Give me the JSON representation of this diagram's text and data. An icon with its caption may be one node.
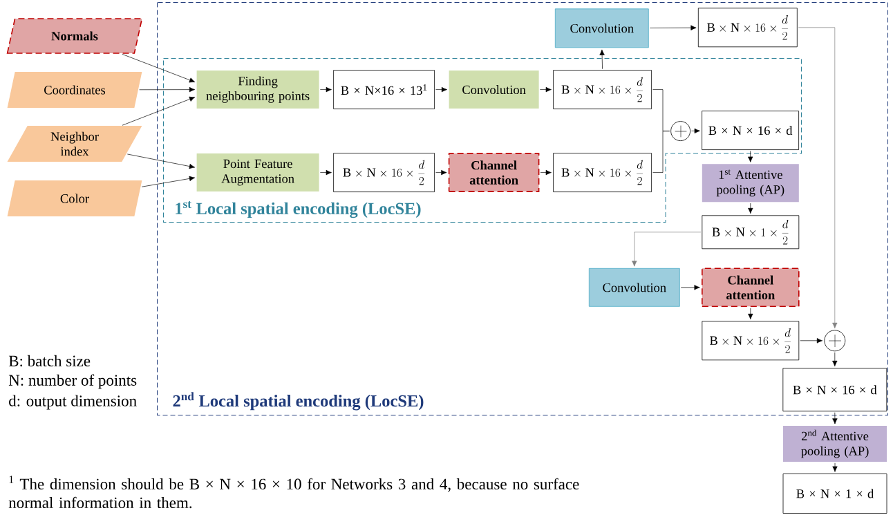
{
  "diagram": {
    "nodes": [
      {
        "text": [
          "2$^{nd}$ Local spatial encoding (LocSE)"
        ]
      },
      {
        "text": [
          "1$^{st}$ Local spatial encoding (LocSE)"
        ],
        "in": 0
      },
      {
        "text": [
          "Normals"
        ]
      },
      {
        "text": [
          "Coordinates"
        ]
      },
      {
        "text": [
          "Neighbor index"
        ]
      },
      {
        "text": [
          "Color"
        ]
      },
      {
        "text": [
          "Finding neighbouring points"
        ],
        "in": 1
      },
      {
        "text": [
          "B × N×16 × 13$^{1}$"
        ],
        "in": 1
      },
      {
        "text": [
          "Convolution"
        ],
        "in": 1
      },
      {
        "text": [
          "\\mathrm{B} \\times \\mathrm{N} \\times 16 \\times \\frac{d}{2}"
        ],
        "in": 1
      },
      {
        "text": [
          "Point Feature Augmentation"
        ],
        "in": 1
      },
      {
        "text": [
          "\\mathrm{B} \\times \\mathrm{N} \\times 16 \\times \\frac{d}{2}"
        ],
        "in": 1
      },
      {
        "text": [
          "Channel attention"
        ],
        "in": 1
      },
      {
        "text": [
          "\\mathrm{B} \\times \\mathrm{N} \\times 16 \\times \\frac{d}{2}"
        ],
        "in": 1
      },
      {
        "text": [],
        "shape": "circle",
        "in": 1
      },
      {
        "text": [
          "B × N × 16 × d"
        ],
        "in": 1
      },
      {
        "text": [
          "Convolution"
        ],
        "in": 0
      },
      {
        "text": [
          "\\mathrm{B} \\times \\mathrm{N} \\times 16 \\times \\frac{d}{2}"
        ],
        "in": 0
      },
      {
        "text": [
          "1$^{st}$ Attentive pooling (AP)"
        ],
        "in": 0
      },
      {
        "text": [
          "\\mathrm{B} \\times \\mathrm{N} \\times 1 \\times \\frac{d}{2}"
        ],
        "in": 0
      },
      {
        "text": [
          "Convolution"
        ],
        "in": 0
      },
      {
        "text": [
          "Channel attention"
        ],
        "in": 0
      },
      {
        "text": [
          "\\mathrm{B} \\times \\mathrm{N} \\times 16 \\times \\frac{d}{2}"
        ],
        "in": 0
      },
      {
        "text": [],
        "shape": "circle",
        "in": 0
      },
      {
        "text": [
          "B × N × 16 × d"
        ],
        "in": 0
      },
      {
        "text": [
          "2$^{nd}$ Attentive pooling (AP)"
        ]
      },
      {
        "text": [
          "B × N × 1 × d"
        ]
      }
    ],
    "edges": [
      {
        "from": 2,
        "to": 6,
        "arrow": "to"
      },
      {
        "from": 3,
        "to": 6,
        "arrow": "to"
      },
      {
        "from": 4,
        "to": 6,
        "arrow": "to"
      },
      {
        "from": 4,
        "to": 10,
        "arrow": "to"
      },
      {
        "from": 5,
        "to": 10,
        "arrow": "to"
      },
      {
        "from": 6,
        "to": 7,
        "arrow": "to"
      },
      {
        "from": 7,
        "to": 8,
        "arrow": "to"
      },
      {
        "from": 8,
        "to": 9,
        "arrow": "to"
      },
      {
        "from": 10,
        "to": 11,
        "arrow": "to"
      },
      {
        "from": 11,
        "to": 12,
        "arrow": "to"
      },
      {
        "from": 12,
        "to": 13,
        "arrow": "to"
      },
      {
        "from": 9,
        "to": 14,
        "arrow": "none"
      },
      {
        "from": 13,
        "to": 14,
        "arrow": "none"
      },
      {
        "from": 14,
        "to": 15,
        "arrow": "to"
      },
      {
        "from": 9,
        "to": 16,
        "arrow": "to"
      },
      {
        "from": 16,
        "to": 17,
        "arrow": "to"
      },
      {
        "from": 17,
        "to": 23,
        "arrow": "to",
        "color": "#808080"
      },
      {
        "from": 15,
        "to": 18,
        "arrow": "to"
      },
      {
        "from": 18,
        "to": 19,
        "arrow": "to"
      },
      {
        "from": 19,
        "to": 20,
        "arrow": "to",
        "color": "#808080"
      },
      {
        "from": 20,
        "to": 21,
        "arrow": "to"
      },
      {
        "from": 21,
        "to": 22,
        "arrow": "to"
      },
      {
        "from": 22,
        "to": 23,
        "arrow": "to"
      },
      {
        "from": 23,
        "to": 24,
        "arrow": "to"
      },
      {
        "from": 24,
        "to": 25,
        "arrow": "to"
      },
      {
        "from": 25,
        "to": 26,
        "arrow": "to"
      }
    ],
    "labels": [
      "B: batch size",
      "N: number of points",
      "d: output dimension",
      "$^{1}$ The dimension should be  B × N × 16 × 10 for Networks 3 and 4, because no surface normal information in them."
    ]
  }
}
